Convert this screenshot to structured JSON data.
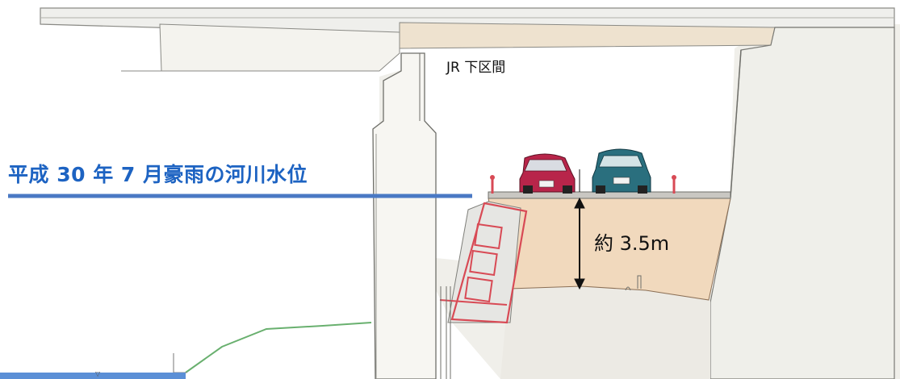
{
  "labels": {
    "flood_level": "平成 30 年 7 月豪雨の河川水位",
    "jr_section": "JR 下区間",
    "height": "約 3.5m"
  },
  "colors": {
    "flood_line": "#4a79c4",
    "water": "#5b8fd6",
    "fill_earth": "#f1d9bd",
    "retaining_wall": "#d84a55",
    "grass_line": "#69b06f",
    "car_red": "#b8254a",
    "car_teal": "#2a6f7e",
    "structure": "#f4f3ee"
  }
}
